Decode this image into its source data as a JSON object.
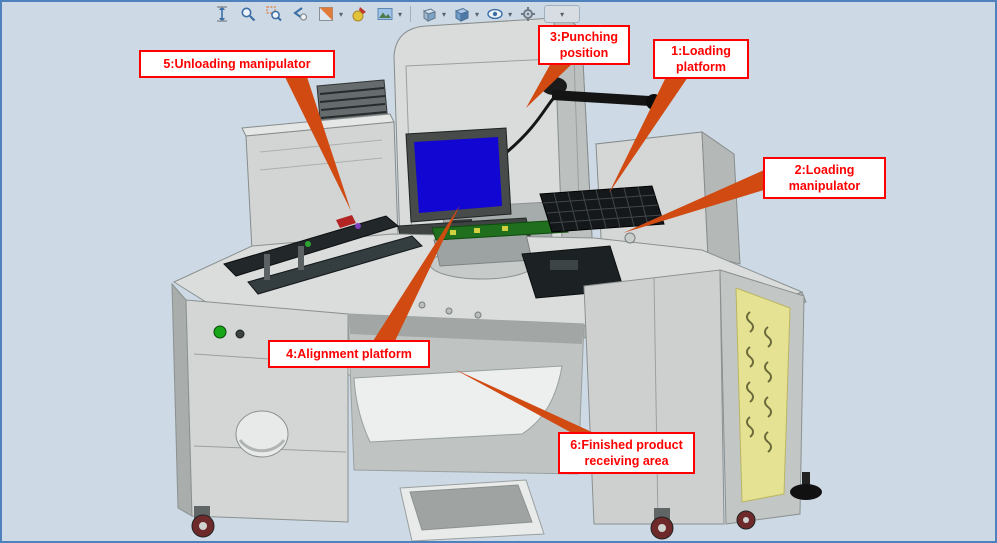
{
  "window": {
    "background_color": "#cdd9e5",
    "frame_border_color": "#4f81bd"
  },
  "toolbar": {
    "icons": [
      {
        "name": "zoom-to-fit"
      },
      {
        "name": "zoom"
      },
      {
        "name": "zoom-to-area"
      },
      {
        "name": "previous-view"
      },
      {
        "name": "section-view"
      },
      {
        "name": "edit-appearance"
      },
      {
        "name": "apply-scene"
      },
      {
        "name": "view-orientation"
      },
      {
        "name": "display-style"
      },
      {
        "name": "hide-show-items"
      },
      {
        "name": "view-settings"
      },
      {
        "name": "toolbar-expander"
      }
    ]
  },
  "callouts": {
    "c1": {
      "label": "1:Loading platform"
    },
    "c2": {
      "label": "2:Loading manipulator"
    },
    "c3": {
      "label": "3:Punching position"
    },
    "c4": {
      "label": "4:Alignment platform"
    },
    "c5": {
      "label": "5:Unloading manipulator"
    },
    "c6": {
      "label": "6:Finished product receiving area"
    }
  },
  "colors": {
    "callout_text": "#ff0000",
    "callout_border": "#ff0000",
    "callout_background": "#ffffff",
    "leader_arrow": "#d04a12",
    "monitor_screen_blue": "#1206d2",
    "vent_panel_yellow": "#e6e293",
    "machine_body_gray": "#d3d6d5"
  }
}
